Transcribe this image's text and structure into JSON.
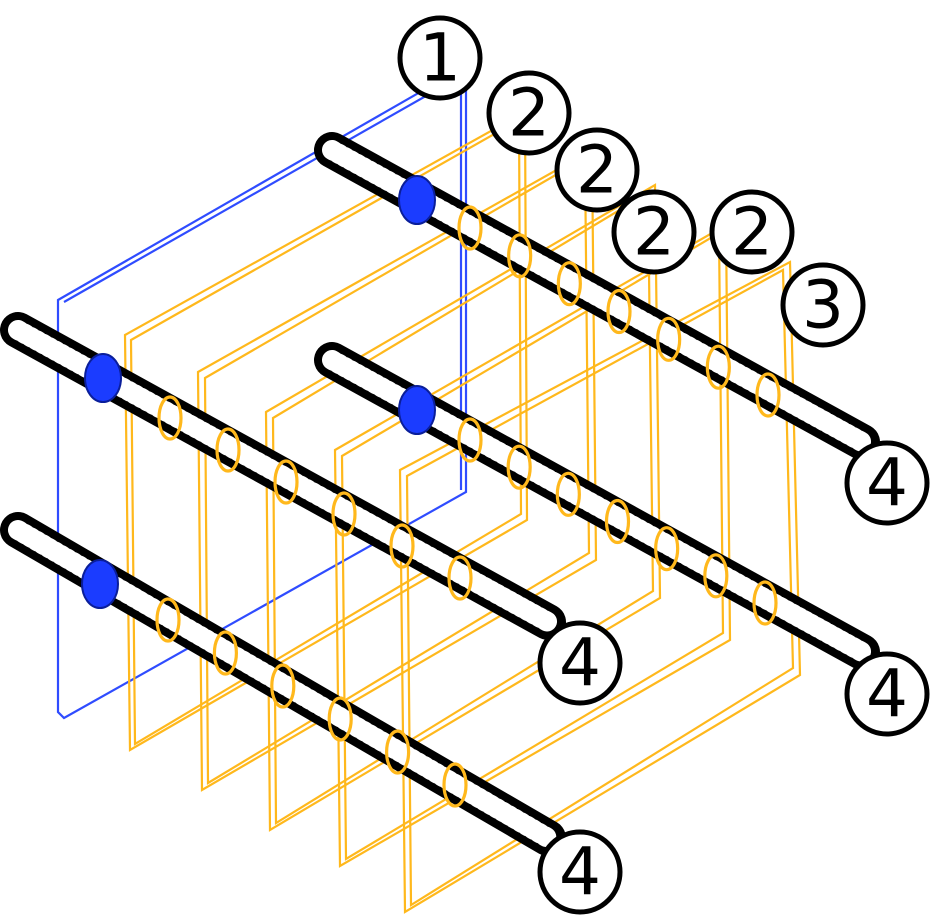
{
  "colors": {
    "plate": "#2f4cff",
    "stirrup": "#ffb81c",
    "bar": "#000000",
    "bar_hatch": "#ffffff",
    "sleeve": "#1b3cff",
    "background": "#ffffff"
  },
  "icons": {
    "plate": "end-plate-outline",
    "stirrup": "stirrup-loop-outline",
    "bar": "hatched-rebar",
    "sleeve": "blue-coupler-sleeve"
  },
  "callouts": [
    {
      "label": "1",
      "part": "plate"
    },
    {
      "label": "2",
      "part": "stirrup-1"
    },
    {
      "label": "2",
      "part": "stirrup-2"
    },
    {
      "label": "2",
      "part": "stirrup-3"
    },
    {
      "label": "2",
      "part": "stirrup-4"
    },
    {
      "label": "3",
      "part": "stirrup-5"
    },
    {
      "label": "4",
      "part": "bar-back-right"
    },
    {
      "label": "4",
      "part": "bar-top-left"
    },
    {
      "label": "4",
      "part": "bar-middle-right"
    },
    {
      "label": "4",
      "part": "bar-bottom-left"
    }
  ]
}
